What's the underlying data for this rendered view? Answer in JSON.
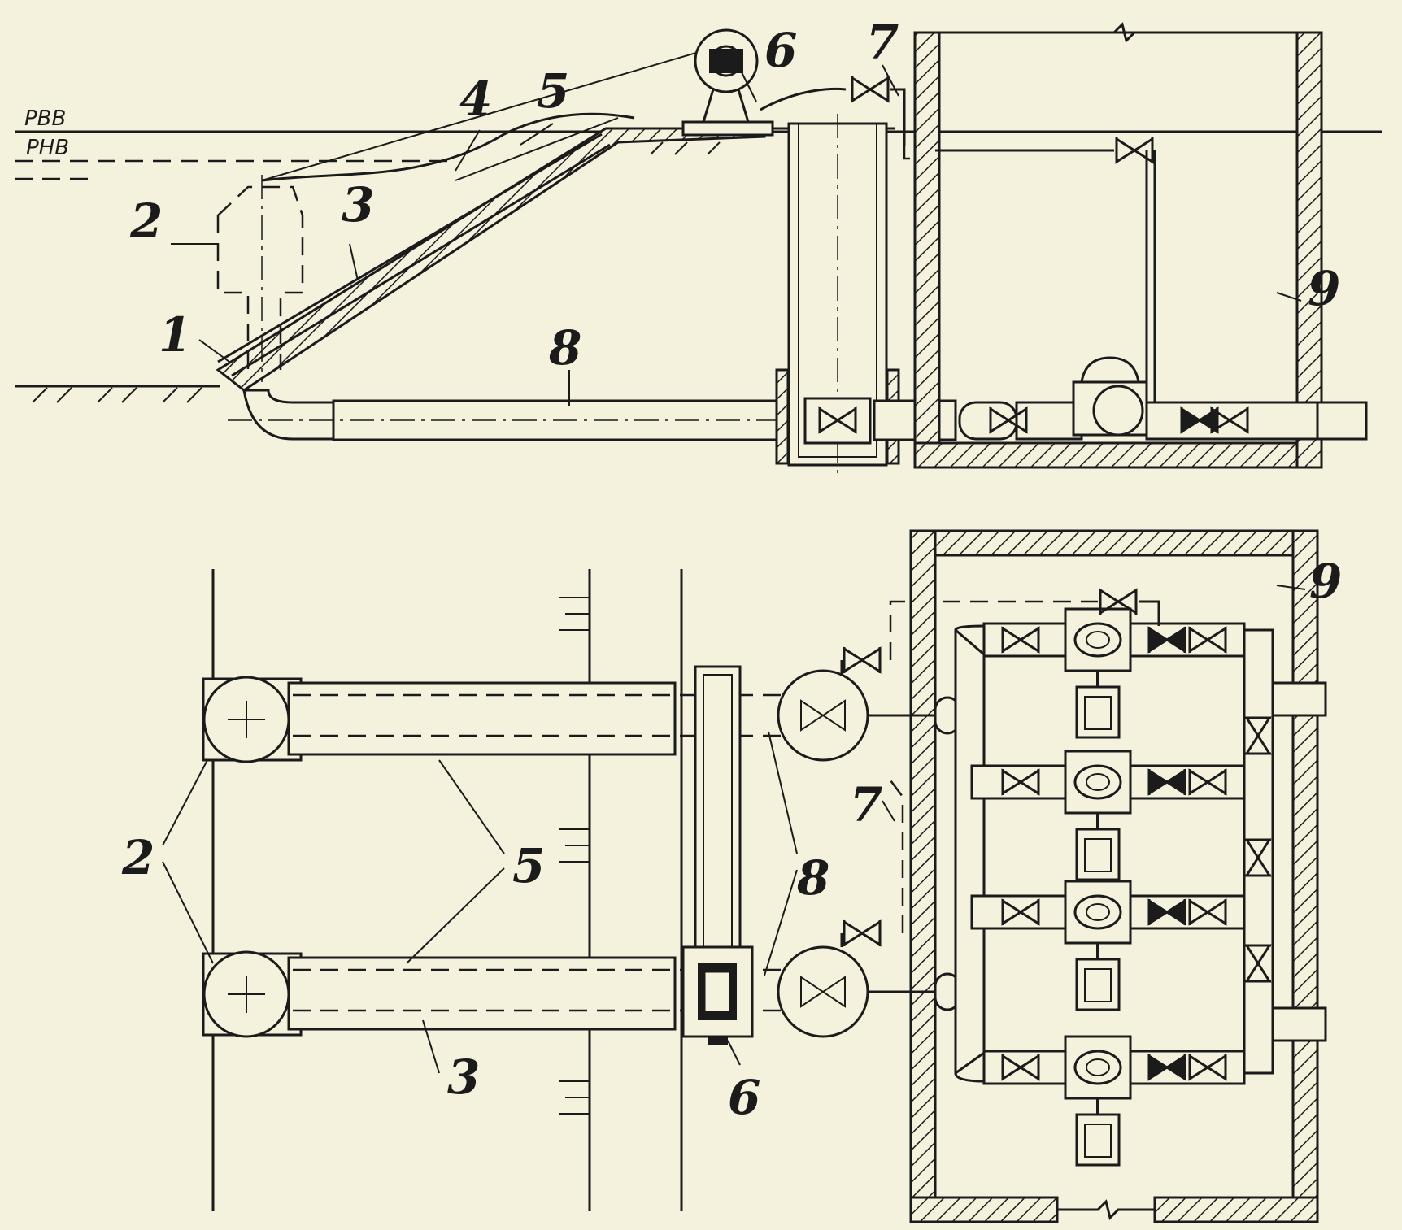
{
  "levels": {
    "upper": "РВВ",
    "lower": "РНВ"
  },
  "callouts": {
    "n1": "1",
    "n2": "2",
    "n3": "3",
    "n4": "4",
    "n5": "5",
    "n6": "6",
    "n7": "7",
    "n8": "8",
    "n9": "9"
  },
  "colors": {
    "ink": "#1b1b1b",
    "paper": "#f4f1dc"
  }
}
